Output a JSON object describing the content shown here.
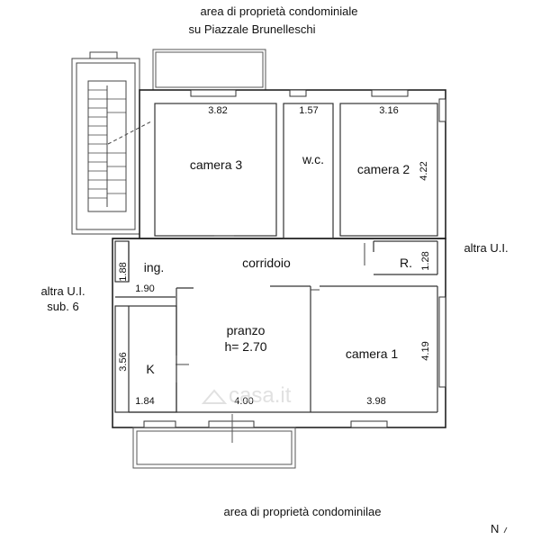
{
  "header": {
    "line1": "area di proprietà condominiale",
    "line2": "su Piazzale Brunelleschi"
  },
  "footer": {
    "text": "area di proprietà condominilae"
  },
  "side_labels": {
    "right": "altra U.I.",
    "left_line1": "altra U.I.",
    "left_line2": "sub. 6"
  },
  "rooms": {
    "camera3": "camera 3",
    "wc": "w.c.",
    "camera2": "camera 2",
    "corridoio": "corridoio",
    "ingresso": "ing.",
    "ripostiglio": "R.",
    "pranzo": "pranzo",
    "height": "h= 2.70",
    "kitchen": "K",
    "camera1": "camera 1"
  },
  "dimensions": {
    "camera3_width": "3.82",
    "wc_width": "1.57",
    "camera2_width": "3.16",
    "camera2_depth": "4.22",
    "ing_depth": "1.88",
    "ing_width": "1.90",
    "r_depth": "1.28",
    "k_depth": "3.56",
    "k_width": "1.84",
    "pranzo_width": "4.00",
    "camera1_width": "3.98",
    "camera1_depth": "4.19"
  },
  "watermark": "casa.it",
  "north": "N",
  "colors": {
    "wall": "#222222",
    "line": "#555555",
    "watermark": "#c9c9c9"
  }
}
